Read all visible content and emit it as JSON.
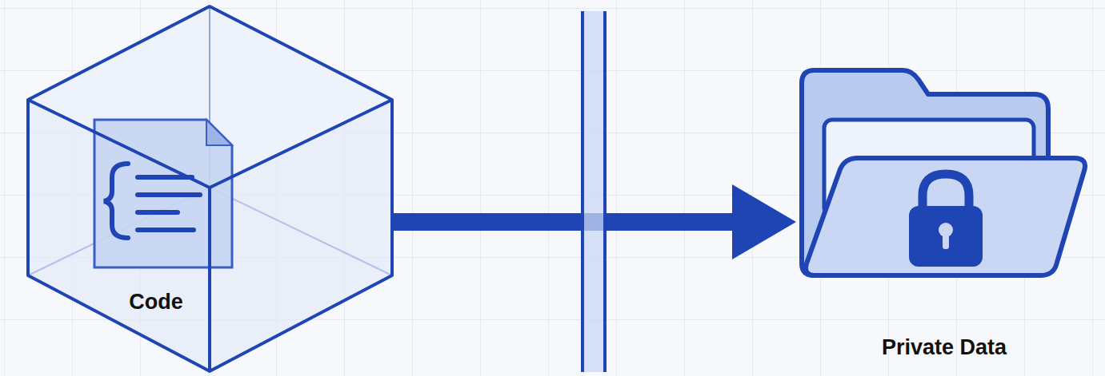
{
  "diagram": {
    "nodes": [
      {
        "text": [
          "Code"
        ]
      },
      {
        "text": [
          "Private Data"
        ]
      }
    ],
    "edges": [
      {
        "from": 0,
        "to": 1,
        "arrow": "to"
      }
    ]
  }
}
